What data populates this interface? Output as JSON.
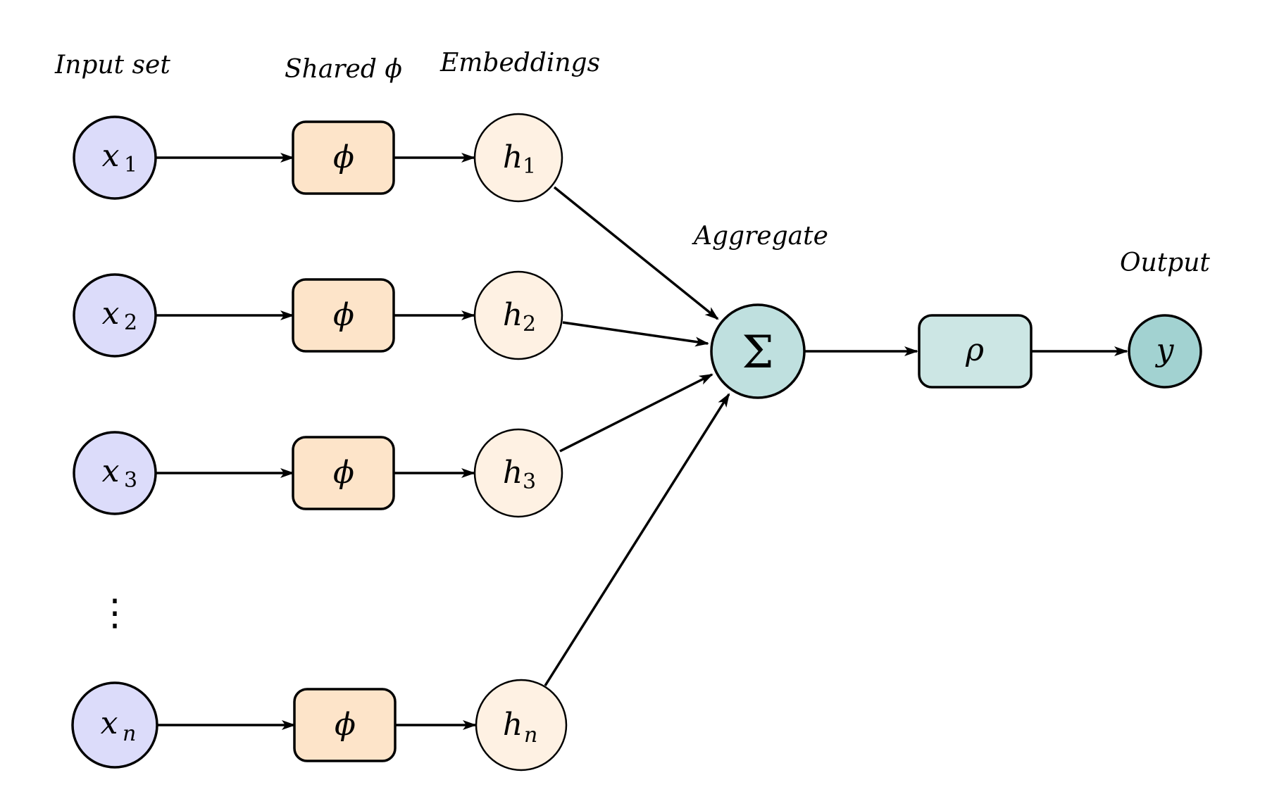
{
  "labels": {
    "input_set": "Input set",
    "shared_phi": "Shared ϕ",
    "embeddings": "Embeddings",
    "aggregate": "Aggregate",
    "output": "Output"
  },
  "inputs": [
    {
      "base": "x",
      "sub": "1"
    },
    {
      "base": "x",
      "sub": "2"
    },
    {
      "base": "x",
      "sub": "3"
    },
    {
      "base": "x",
      "sub": "n"
    }
  ],
  "phi_symbol": "ϕ",
  "embeddings": [
    {
      "base": "h",
      "sub": "1"
    },
    {
      "base": "h",
      "sub": "2"
    },
    {
      "base": "h",
      "sub": "3"
    },
    {
      "base": "h",
      "sub": "n"
    }
  ],
  "ellipsis": "⋮",
  "aggregate_symbol": "Σ",
  "rho_symbol": "ρ",
  "output_symbol": "y",
  "colors": {
    "input_fill": "#dcdcfa",
    "phi_fill": "#fde4c9",
    "embedding_fill": "#fef1e3",
    "sum_fill": "#bfe0df",
    "rho_fill": "#cce6e4",
    "y_fill": "#a2d2d1",
    "stroke": "#000000"
  }
}
